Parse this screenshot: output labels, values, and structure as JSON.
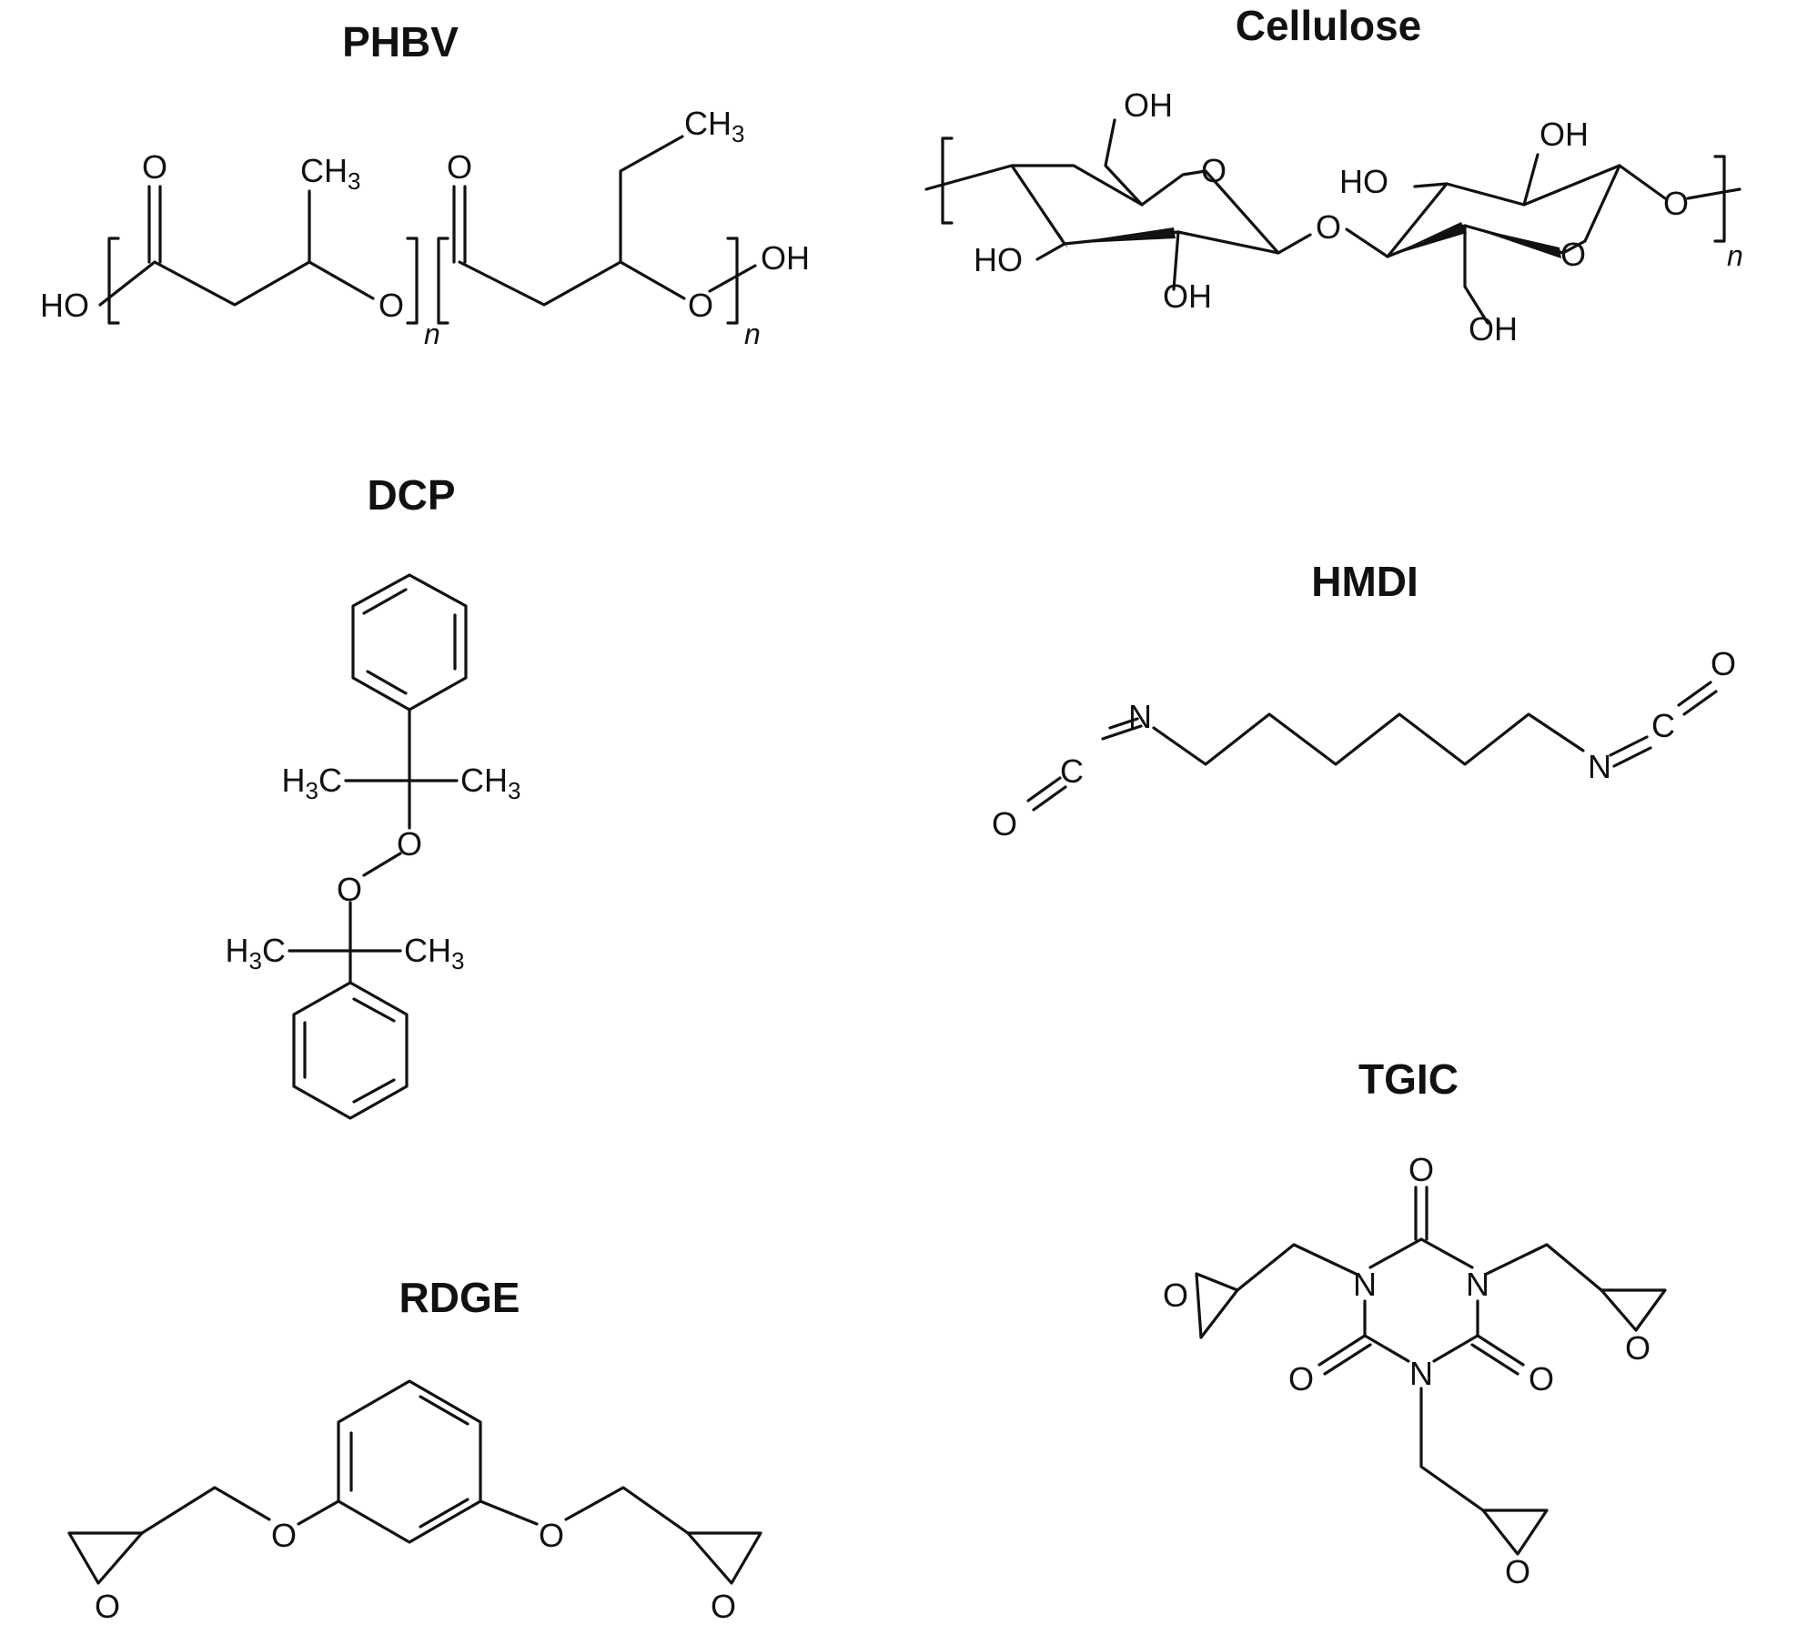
{
  "colors": {
    "ink": "#111111",
    "background": "#ffffff"
  },
  "molecules": {
    "phbv": {
      "title": "PHBV",
      "labels": {
        "o1": "O",
        "ch3_1": "CH3",
        "o2": "O",
        "ch3_2": "CH3",
        "ho": "HO",
        "o_ester1": "O",
        "o_ester2": "O",
        "oh": "OH",
        "n1": "n",
        "n2": "n"
      }
    },
    "cellulose": {
      "title": "Cellulose",
      "labels": {
        "oh_top_left": "OH",
        "o_ring1": "O",
        "ho_left": "HO",
        "oh_bottom1": "OH",
        "o_bridge": "O",
        "ho_right": "HO",
        "oh_top_right": "OH",
        "o_ring2": "O",
        "o_end": "O",
        "oh_bottom2": "OH",
        "n": "n"
      }
    },
    "dcp": {
      "title": "DCP",
      "labels": {
        "h3c_top": "H3C",
        "ch3_top": "CH3",
        "o_top": "O",
        "o_bottom": "O",
        "h3c_bottom": "H3C",
        "ch3_bottom": "CH3"
      }
    },
    "hmdi": {
      "title": "HMDI",
      "labels": {
        "n_left": "N",
        "c_left": "C",
        "o_left": "O",
        "n_right": "N",
        "c_right": "C",
        "o_right": "O"
      }
    },
    "rdge": {
      "title": "RDGE",
      "labels": {
        "o_ether_left": "O",
        "o_ether_right": "O",
        "o_epox_left": "O",
        "o_epox_right": "O"
      }
    },
    "tgic": {
      "title": "TGIC",
      "labels": {
        "o_top": "O",
        "n_left": "N",
        "n_right": "N",
        "n_bottom": "N",
        "o_left": "O",
        "o_right": "O",
        "o_epox_left": "O",
        "o_epox_right": "O",
        "o_epox_bottom": "O"
      }
    }
  }
}
